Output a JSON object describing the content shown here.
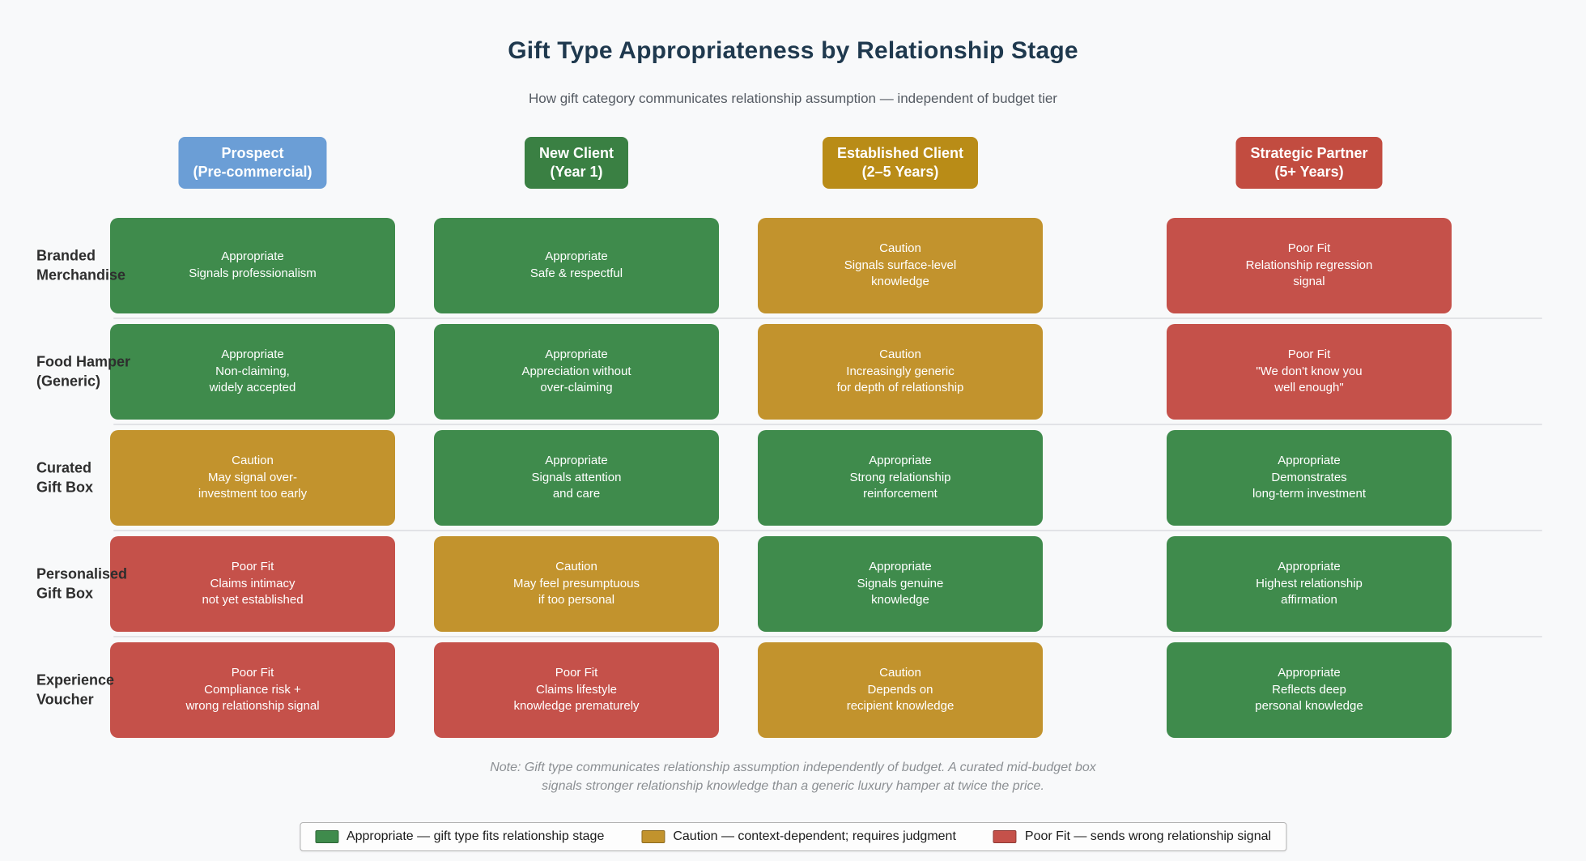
{
  "title": "Gift Type Appropriateness by Relationship Stage",
  "subtitle": "How gift category communicates relationship assumption — independent of budget tier",
  "note": {
    "line1": "Note: Gift type communicates relationship assumption independently of budget. A curated mid-budget box",
    "line2": "signals stronger relationship knowledge than a generic luxury hamper at twice the price."
  },
  "colors": {
    "background": "#f8f9fa",
    "title_text": "#1f394e",
    "status": {
      "appropriate": "#3f8b4c",
      "caution": "#c2932d",
      "poor_fit": "#c5514a"
    }
  },
  "chart_data": {
    "type": "heatmap",
    "title": "Gift Type Appropriateness by Relationship Stage",
    "subtitle": "How gift category communicates relationship assumption — independent of budget tier",
    "legend_position": "bottom-center",
    "columns": [
      {
        "line1": "Prospect",
        "line2": "(Pre-commercial)",
        "color": "#6b9ed6"
      },
      {
        "line1": "New Client",
        "line2": "(Year 1)",
        "color": "#3a8043"
      },
      {
        "line1": "Established Client",
        "line2": "(2–5 Years)",
        "color": "#b98c17"
      },
      {
        "line1": "Strategic Partner",
        "line2": "(5+ Years)",
        "color": "#c24c40"
      }
    ],
    "rows": [
      {
        "line1": "Branded",
        "line2": "Merchandise",
        "cells": [
          {
            "status": "appropriate",
            "lines": [
              "Appropriate",
              "Signals professionalism"
            ]
          },
          {
            "status": "appropriate",
            "lines": [
              "Appropriate",
              "Safe & respectful"
            ]
          },
          {
            "status": "caution",
            "lines": [
              "Caution",
              "Signals surface-level",
              "knowledge"
            ]
          },
          {
            "status": "poor_fit",
            "lines": [
              "Poor Fit",
              "Relationship regression",
              "signal"
            ]
          }
        ]
      },
      {
        "line1": "Food Hamper",
        "line2": "(Generic)",
        "cells": [
          {
            "status": "appropriate",
            "lines": [
              "Appropriate",
              "Non-claiming,",
              "widely accepted"
            ]
          },
          {
            "status": "appropriate",
            "lines": [
              "Appropriate",
              "Appreciation without",
              "over-claiming"
            ]
          },
          {
            "status": "caution",
            "lines": [
              "Caution",
              "Increasingly generic",
              "for depth of relationship"
            ]
          },
          {
            "status": "poor_fit",
            "lines": [
              "Poor Fit",
              "\"We don't know you",
              "well enough\""
            ]
          }
        ]
      },
      {
        "line1": "Curated",
        "line2": "Gift Box",
        "cells": [
          {
            "status": "caution",
            "lines": [
              "Caution",
              "May signal over-",
              "investment too early"
            ]
          },
          {
            "status": "appropriate",
            "lines": [
              "Appropriate",
              "Signals attention",
              "and care"
            ]
          },
          {
            "status": "appropriate",
            "lines": [
              "Appropriate",
              "Strong relationship",
              "reinforcement"
            ]
          },
          {
            "status": "appropriate",
            "lines": [
              "Appropriate",
              "Demonstrates",
              "long-term investment"
            ]
          }
        ]
      },
      {
        "line1": "Personalised",
        "line2": "Gift Box",
        "cells": [
          {
            "status": "poor_fit",
            "lines": [
              "Poor Fit",
              "Claims intimacy",
              "not yet established"
            ]
          },
          {
            "status": "caution",
            "lines": [
              "Caution",
              "May feel presumptuous",
              "if too personal"
            ]
          },
          {
            "status": "appropriate",
            "lines": [
              "Appropriate",
              "Signals genuine",
              "knowledge"
            ]
          },
          {
            "status": "appropriate",
            "lines": [
              "Appropriate",
              "Highest relationship",
              "affirmation"
            ]
          }
        ]
      },
      {
        "line1": "Experience",
        "line2": "Voucher",
        "cells": [
          {
            "status": "poor_fit",
            "lines": [
              "Poor Fit",
              "Compliance risk +",
              "wrong relationship signal"
            ]
          },
          {
            "status": "poor_fit",
            "lines": [
              "Poor Fit",
              "Claims lifestyle",
              "knowledge prematurely"
            ]
          },
          {
            "status": "caution",
            "lines": [
              "Caution",
              "Depends on",
              "recipient knowledge"
            ]
          },
          {
            "status": "appropriate",
            "lines": [
              "Appropriate",
              "Reflects deep",
              "personal knowledge"
            ]
          }
        ]
      }
    ],
    "legend": [
      {
        "status": "appropriate",
        "label": "Appropriate — gift type fits relationship stage"
      },
      {
        "status": "caution",
        "label": "Caution — context-dependent; requires judgment"
      },
      {
        "status": "poor_fit",
        "label": "Poor Fit — sends wrong relationship signal"
      }
    ]
  }
}
